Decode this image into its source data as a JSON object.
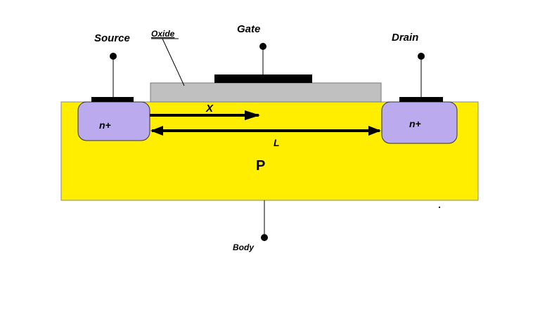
{
  "labels": {
    "source": "Source",
    "oxide": "Oxide",
    "gate": "Gate",
    "drain": "Drain",
    "source_region": "n+",
    "drain_region": "n+",
    "x_label": "X",
    "l_label": "L",
    "substrate": "P",
    "body": "Body"
  },
  "colors": {
    "substrate": "#ffee00",
    "n_region": "#bbaaee",
    "oxide": "#c0c0c0",
    "contact": "#000000"
  }
}
